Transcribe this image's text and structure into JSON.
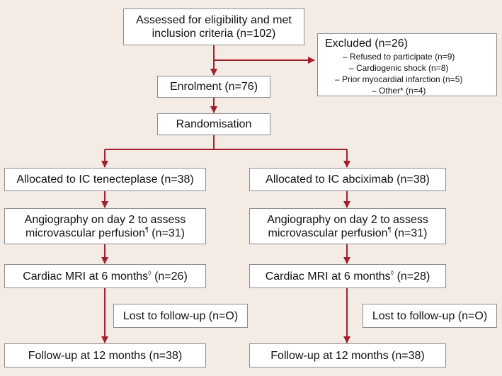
{
  "nodes": {
    "assessed": {
      "line1": "Assessed for eligibility and met",
      "line2": "inclusion criteria (n=102)"
    },
    "excluded": {
      "title": "Excluded (n=26)",
      "reasons": [
        "– Refused to participate (n=9)",
        "– Cardiogenic shock (n=8)",
        "– Prior myocardial infarction (n=5)",
        "– Other* (n=4)"
      ]
    },
    "enrolment": "Enrolment (n=76)",
    "randomisation": "Randomisation",
    "tenecteplase_arm": {
      "allocated": "Allocated to IC tenecteplase (n=38)",
      "angio_line1": "Angiography on day 2 to assess",
      "angio_line2_a": "microvascular perfusion",
      "angio_mark": "¶",
      "angio_line2_b": " (n=31)",
      "mri_a": "Cardiac MRI at 6 months",
      "mri_mark": "◊",
      "mri_b": " (n=26)",
      "lost": "Lost to follow-up (n=O)",
      "followup": "Follow-up at 12 months (n=38)"
    },
    "abciximab_arm": {
      "allocated": "Allocated to IC abciximab (n=38)",
      "angio_line1": "Angiography on day 2 to assess",
      "angio_line2_a": "microvascular perfusion",
      "angio_mark": "¶",
      "angio_line2_b": " (n=31)",
      "mri_a": "Cardiac MRI at 6 months",
      "mri_mark": "◊",
      "mri_b": " (n=28)",
      "lost": "Lost to follow-up (n=O)",
      "followup": "Follow-up at 12 months (n=38)"
    }
  },
  "colors": {
    "background": "#f4ebe5",
    "arrow": "#a3202a",
    "box_border": "#8d8d8d"
  }
}
